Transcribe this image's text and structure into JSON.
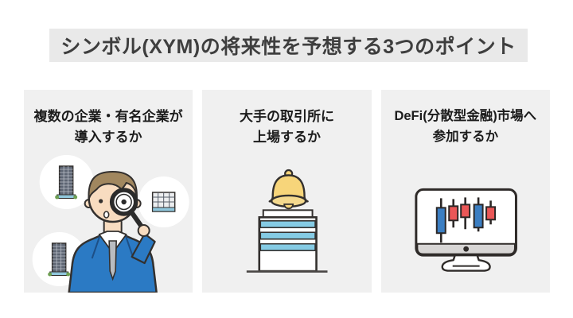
{
  "page": {
    "background": "#ffffff"
  },
  "banner": {
    "title": "シンボル(XYM)の将来性を予想する3つのポイント",
    "background": "#e9e9e9",
    "text_color": "#3e3e3e"
  },
  "cards": [
    {
      "title_line1": "複数の企業・有名企業が",
      "title_line2": "導入するか",
      "illustration": "businessman-with-magnifier-and-buildings",
      "background": "#f0f0f0"
    },
    {
      "title_line1": "大手の取引所に",
      "title_line2": "上場するか",
      "illustration": "bell-over-exchange-building",
      "background": "#f0f0f0"
    },
    {
      "title_line1": "DeFi(分散型金融)市場へ",
      "title_line2": "参加するか",
      "illustration": "monitor-with-candlestick-chart",
      "background": "#f0f0f0"
    }
  ],
  "illustration_details": {
    "candlestick_colors": [
      "blue",
      "red",
      "red",
      "blue",
      "red"
    ],
    "palette": {
      "suit_blue": "#2b7ac4",
      "bell_yellow": "#f7d57a",
      "stripe_blue": "#85cbe4",
      "candle_blue": "#3b7ec2",
      "candle_red": "#ea5757",
      "outline_dark": "#33302e",
      "skin": "#f8dcc0",
      "hair_brown": "#a1875f",
      "monitor_bar_gray": "#d8d6d5"
    }
  }
}
